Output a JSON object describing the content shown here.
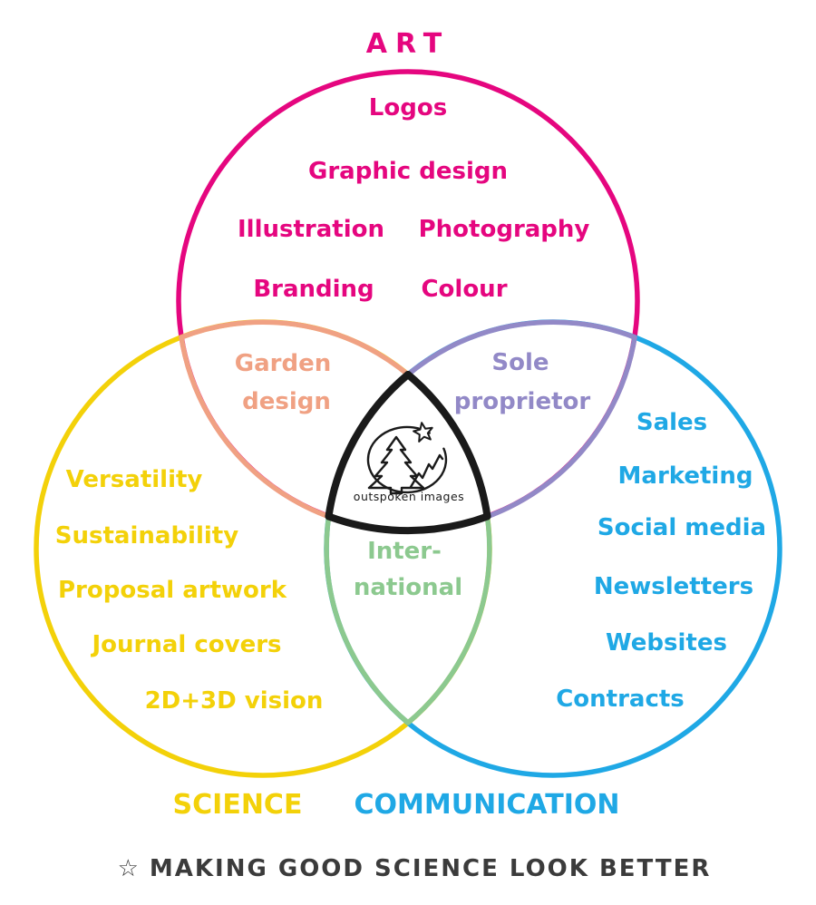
{
  "colors": {
    "art": "#e5067f",
    "science": "#f3d109",
    "communication": "#1fa8e5",
    "art_science": "#f0a183",
    "art_communication": "#9289c7",
    "science_communication": "#8cc98f",
    "center": "#1a1a1a",
    "tagline": "#3b3b3b"
  },
  "venn": {
    "art": {
      "label": "ART",
      "items": [
        "Logos",
        "Graphic design",
        "Illustration",
        "Photography",
        "Branding",
        "Colour"
      ]
    },
    "science": {
      "label": "SCIENCE",
      "items": [
        "Versatility",
        "Sustainability",
        "Proposal artwork",
        "Journal covers",
        "2D+3D vision"
      ]
    },
    "communication": {
      "label": "COMMUNICATION",
      "items": [
        "Sales",
        "Marketing",
        "Social media",
        "Newsletters",
        "Websites",
        "Contracts"
      ]
    },
    "art_science": {
      "lines": [
        "Garden",
        "design"
      ]
    },
    "art_communication": {
      "lines": [
        "Sole",
        "proprietor"
      ]
    },
    "science_communication": {
      "lines": [
        "Inter-",
        "national"
      ]
    }
  },
  "logo": {
    "name": "outspoken images"
  },
  "tagline": {
    "star": "☆",
    "text": "MAKING GOOD SCIENCE LOOK BETTER"
  }
}
